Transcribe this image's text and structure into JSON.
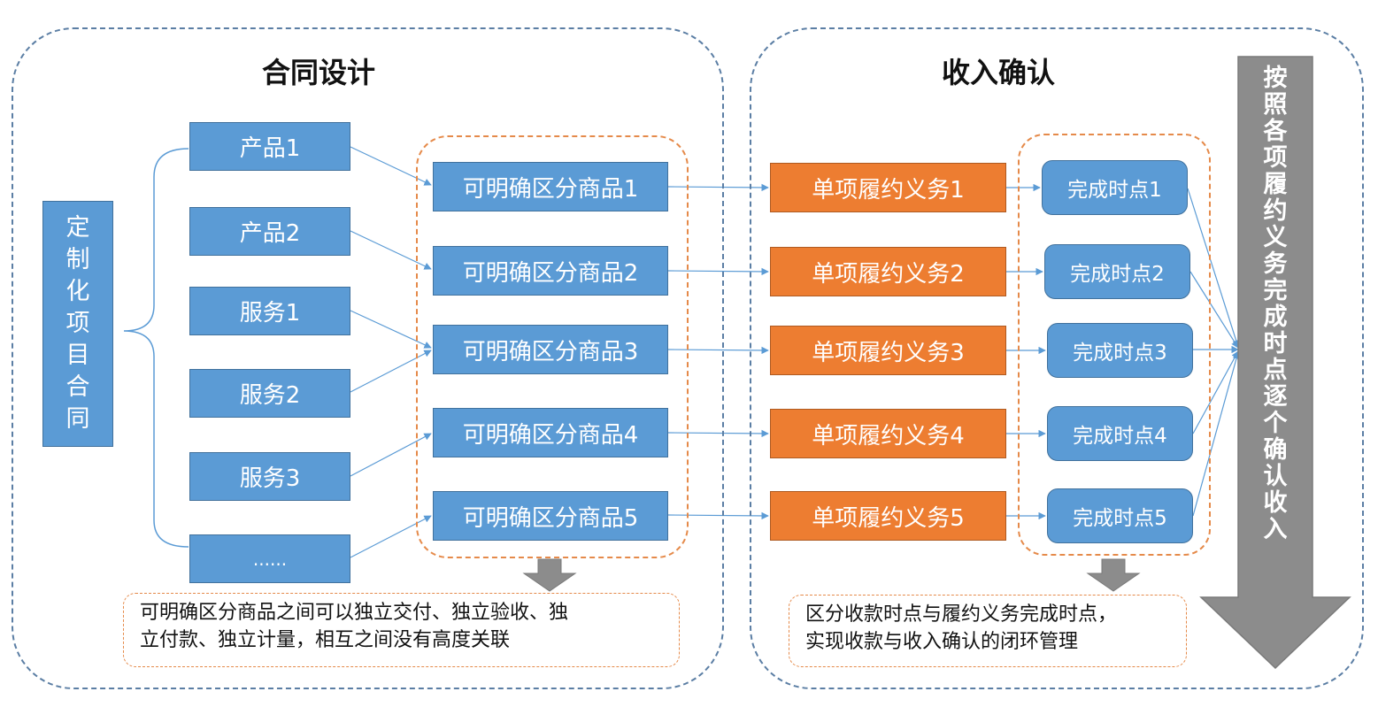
{
  "left_panel": {
    "title": "合同设计",
    "contract_chars": [
      "定",
      "制",
      "化",
      "项",
      "目",
      "合",
      "同"
    ],
    "items": [
      "产品1",
      "产品2",
      "服务1",
      "服务2",
      "服务3",
      "......"
    ],
    "goods": [
      "可明确区分商品1",
      "可明确区分商品2",
      "可明确区分商品3",
      "可明确区分商品4",
      "可明确区分商品5"
    ],
    "note_lines": [
      "可明确区分商品之间可以独立交付、独立验收、独",
      "立付款、独立计量，相互之间没有高度关联"
    ]
  },
  "right_panel": {
    "title": "收入确认",
    "obligations": [
      "单项履约义务1",
      "单项履约义务2",
      "单项履约义务3",
      "单项履约义务4",
      "单项履约义务5"
    ],
    "completion_points": [
      "完成时点1",
      "完成时点2",
      "完成时点3",
      "完成时点4",
      "完成时点5"
    ],
    "note_lines": [
      "区分收款时点与履约义务完成时点，",
      "实现收款与收入确认的闭环管理"
    ]
  },
  "big_arrow": {
    "chars": [
      "按",
      "照",
      "各",
      "项",
      "履",
      "约",
      "义",
      "务",
      "完",
      "成",
      "时",
      "点",
      "逐",
      "个",
      "确",
      "认",
      "收",
      "入"
    ]
  },
  "colors": {
    "blue": "#5b9bd5",
    "orange": "#ed7d31",
    "gray": "#8c8c8c",
    "panel_border": "#5b7ea4",
    "frame_border": "#e58a4a"
  }
}
